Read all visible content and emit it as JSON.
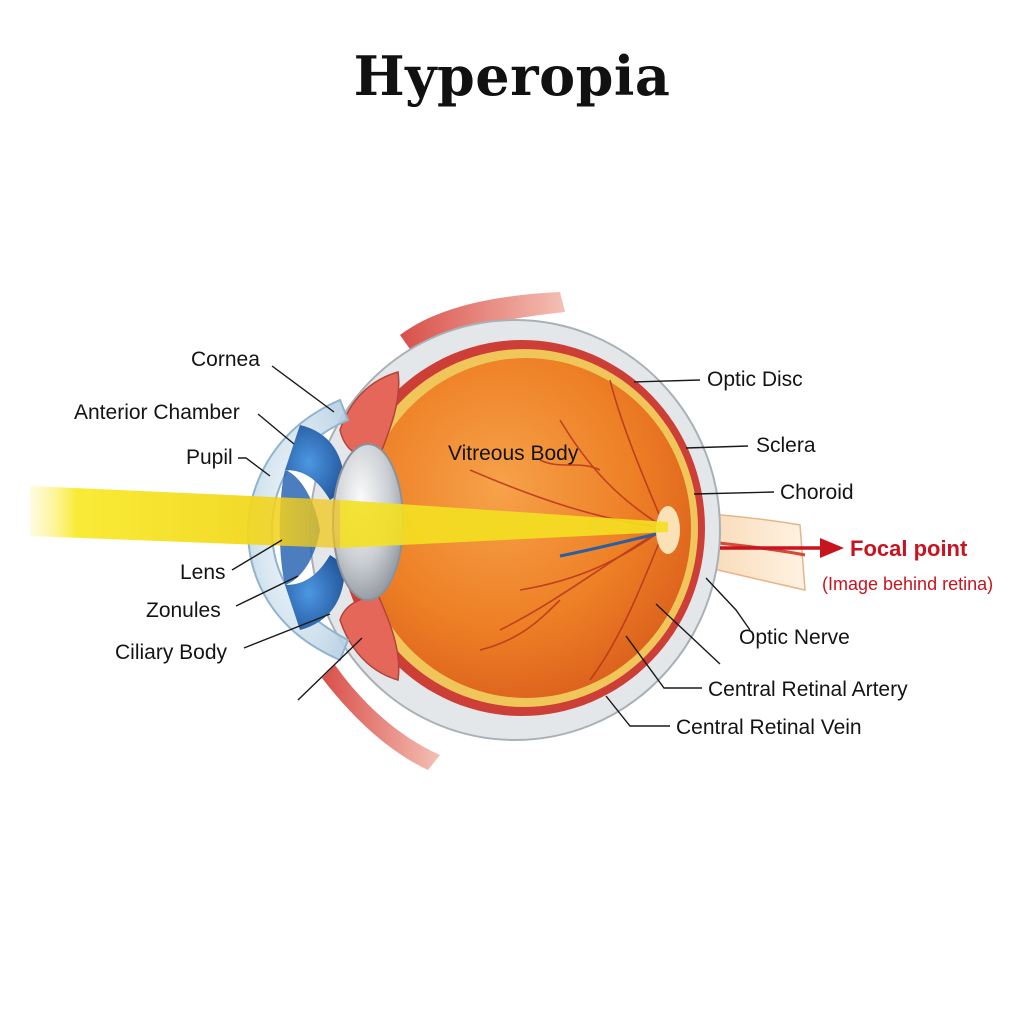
{
  "title": "Hyperopia",
  "labels": {
    "cornea": "Cornea",
    "anterior_chamber": "Anterior Chamber",
    "pupil": "Pupil",
    "lens": "Lens",
    "zonules": "Zonules",
    "ciliary_body": "Ciliary Body",
    "vitreous_body": "Vitreous Body",
    "optic_disc": "Optic Disc",
    "sclera": "Sclera",
    "choroid": "Choroid",
    "optic_nerve": "Optic Nerve",
    "central_retinal_artery": "Central Retinal Artery",
    "central_retinal_vein": "Central Retinal Vein"
  },
  "focal": {
    "title": "Focal point",
    "note": "(Image behind retina)"
  },
  "colors": {
    "focal_red": "#c8141e",
    "light_ray": "#f5e21a",
    "vitreous": "#ef8a2a",
    "sclera": "#e8ebee",
    "choroid": "#d0403a",
    "retina": "#f2cc5c",
    "iris": "#2f78c8"
  }
}
